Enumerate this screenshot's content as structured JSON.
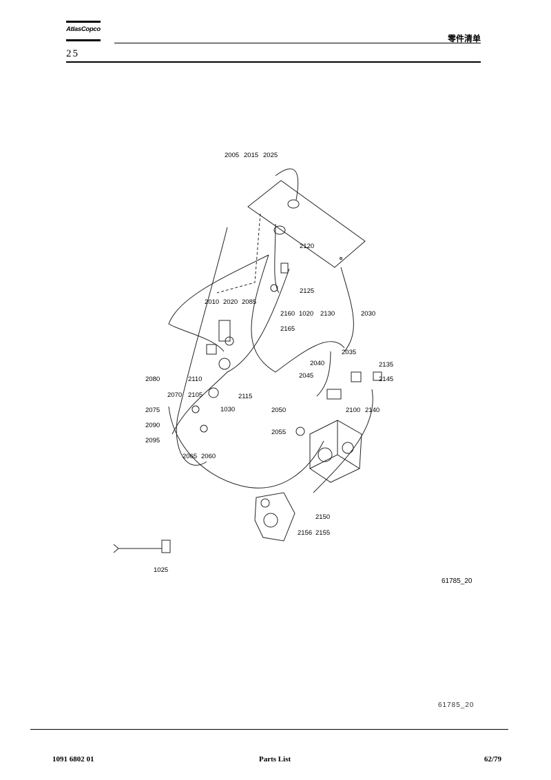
{
  "header": {
    "logo_text": "AtlasCopco",
    "title": "零件清单",
    "section_number": "25"
  },
  "figure": {
    "code_inner": "61785_20",
    "code_outer": "61785_20",
    "callouts": [
      "2005",
      "2015",
      "2025",
      "2120",
      "2125",
      "2130",
      "1020",
      "2160",
      "2165",
      "2010",
      "2020",
      "2085",
      "2030",
      "2035",
      "2040",
      "2045",
      "2135",
      "2145",
      "2080",
      "2110",
      "2115",
      "2070",
      "2105",
      "1030",
      "2075",
      "2090",
      "2095",
      "2065",
      "2060",
      "2050",
      "2055",
      "2100",
      "2140",
      "2150",
      "2156",
      "2155",
      "1025"
    ]
  },
  "footer": {
    "doc_number": "1091 6802 01",
    "doc_title": "Parts List",
    "page": "62/79"
  }
}
